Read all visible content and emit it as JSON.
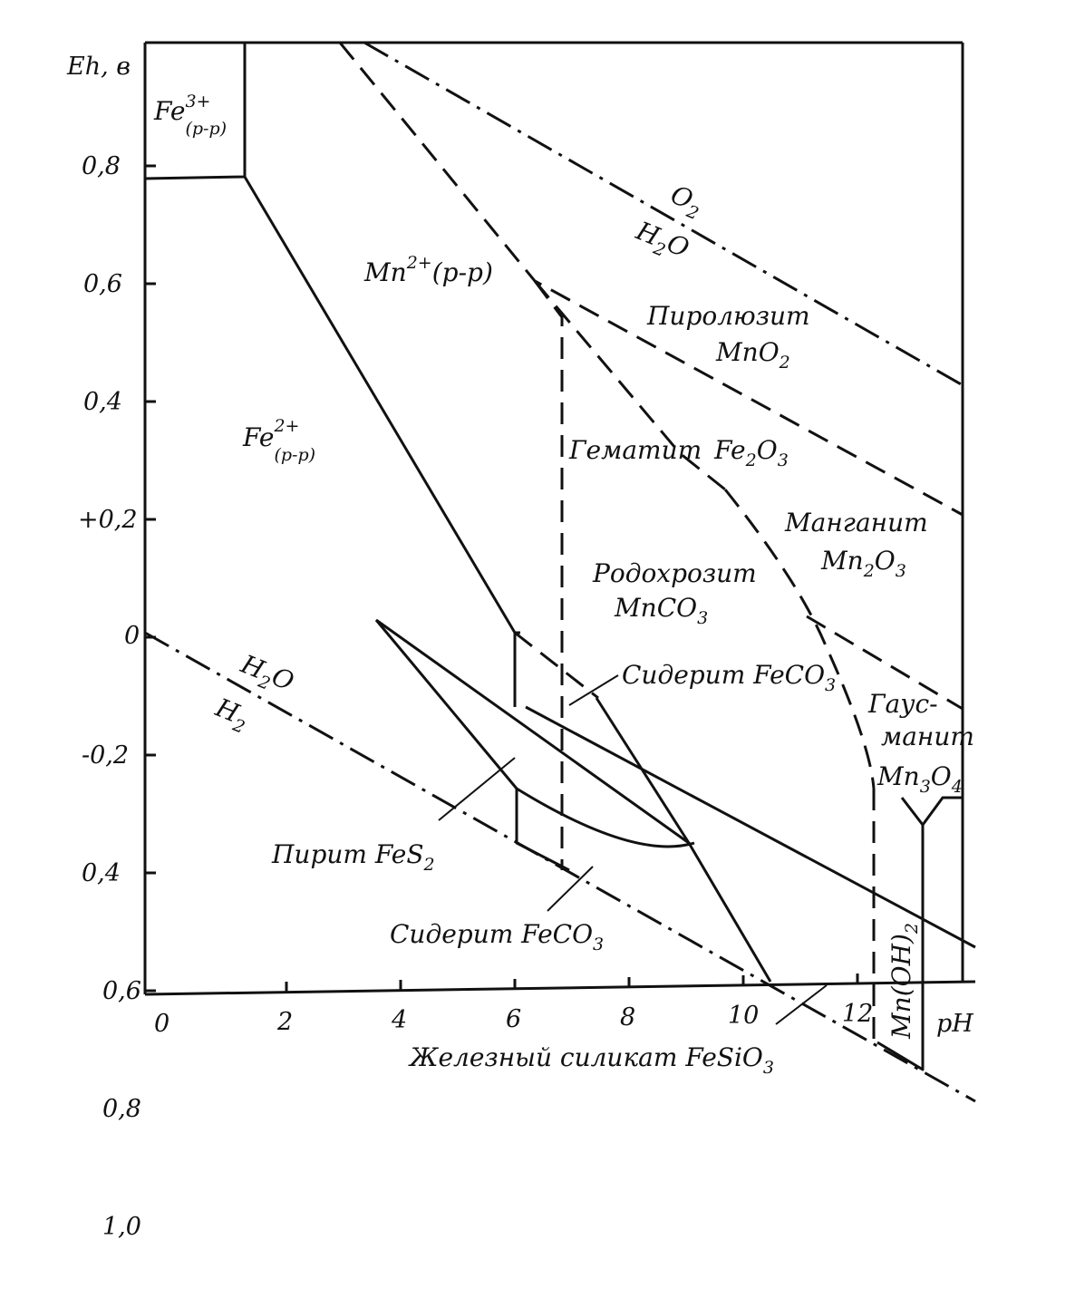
{
  "axes": {
    "ylabel": "Eh, в",
    "xlabel": "pH",
    "x_ticks": [
      "0",
      "2",
      "4",
      "6",
      "8",
      "10",
      "12"
    ],
    "y_ticks": [
      "0,8",
      "0,6",
      "0,4",
      "+0,2",
      "0",
      "-0,2",
      "0,4",
      "0,6",
      "0,8",
      "1,0"
    ]
  },
  "regions": {
    "fe3": {
      "base": "Fe",
      "sup": "3+",
      "sub": "(p-p)"
    },
    "fe2": {
      "base": "Fe",
      "sup": "2+",
      "sub": "(p-p)"
    },
    "mn2": {
      "base": "Mn",
      "sup": "2+",
      "rest": "(p-p)"
    },
    "o2": "O",
    "o2_sub": "2",
    "h2o_top": "H",
    "h2o_top_sub": "2",
    "h2o_top_rest": "O",
    "h2o_bottom": "H",
    "h2o_bottom_sub": "2",
    "h2o_bottom_rest": "O",
    "h2": "H",
    "h2_sub": "2",
    "pyrolusite_name": "Пиролюзит",
    "pyrolusite_formula": "MnO",
    "pyrolusite_formula_sub": "2",
    "hematite_name": "Гематит",
    "hematite_formula": "Fe",
    "hematite_sub1": "2",
    "hematite_mid": "O",
    "hematite_sub2": "3",
    "manganite_name": "Манганит",
    "manganite_formula": "Mn",
    "manganite_sub1": "2",
    "manganite_mid": "O",
    "manganite_sub2": "3",
    "rhodochrosite_name": "Родохрозит",
    "rhodochrosite_formula": "MnCO",
    "rhodochrosite_sub": "3",
    "siderite_upper": "Сидерит FeCO",
    "siderite_upper_sub": "3",
    "hausmannite_1": "Гаус-",
    "hausmannite_2": "манит",
    "hausmannite_formula": "Mn",
    "hausmannite_sub1": "3",
    "hausmannite_mid": "O",
    "hausmannite_sub2": "4",
    "pyrite": "Пирит FeS",
    "pyrite_sub": "2",
    "siderite_lower": "Сидерит FeCO",
    "siderite_lower_sub": "3",
    "mnoh2": "Mn(OH)",
    "mnoh2_sub": "2",
    "fesilicate": "Железный силикат FeSiO",
    "fesilicate_sub": "3"
  }
}
